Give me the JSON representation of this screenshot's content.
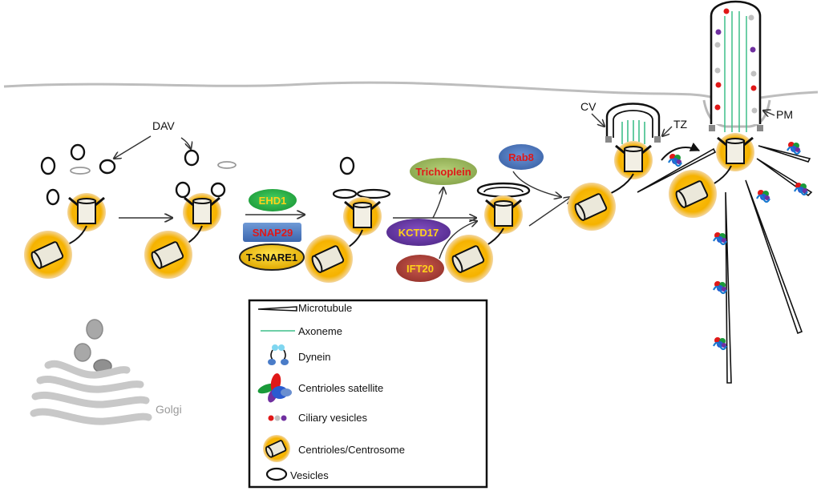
{
  "labels": {
    "dav": "DAV",
    "cv": "CV",
    "tz": "TZ",
    "pm": "PM",
    "golgi": "Golgi"
  },
  "proteins": {
    "ehd1": "EHD1",
    "snap29": "SNAP29",
    "tsnare1": "T-SNARE1",
    "trichoplein": "Trichoplein",
    "kctd17": "KCTD17",
    "ift20": "IFT20",
    "rab8": "Rab8"
  },
  "legend": {
    "items": [
      {
        "icon": "microtubule-icon",
        "label": "Microtubule"
      },
      {
        "icon": "axoneme-icon",
        "label": "Axoneme"
      },
      {
        "icon": "dynein-icon",
        "label": "Dynein"
      },
      {
        "icon": "centriolar-satellite-icon",
        "label": "Centrioles satellite"
      },
      {
        "icon": "ciliary-vesicles-icon",
        "label": "Ciliary vesicles"
      },
      {
        "icon": "centrosome-icon",
        "label": "Centrioles/Centrosome"
      },
      {
        "icon": "vesicle-icon",
        "label": "Vesicles"
      }
    ]
  },
  "colors": {
    "centrosome": "#f5b800",
    "ehd1": "#2fb54a",
    "snap29": "#4f7fc4",
    "tsnare1": "#f2c400",
    "trichoplein": "#9dbb5e",
    "kctd17": "#6a3aa7",
    "ift20": "#b3413a",
    "rab8": "#4a78c0",
    "axoneme": "#3fbf8a",
    "membrane": "#b8b8b8",
    "red_text": "#e01818",
    "yellow_text": "#ffd21a"
  }
}
